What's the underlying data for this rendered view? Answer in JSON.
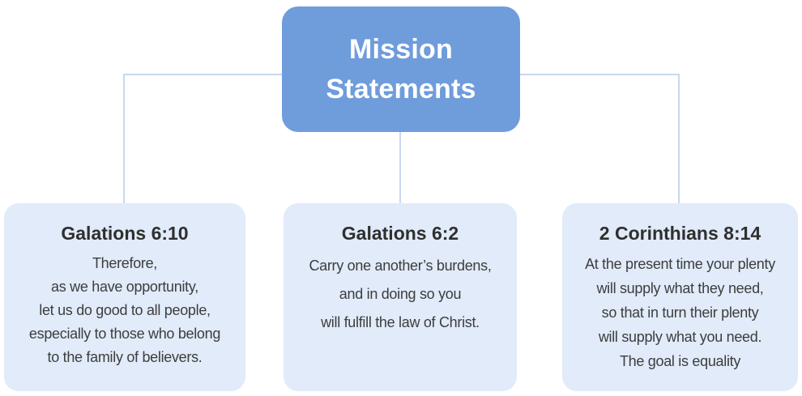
{
  "diagram": {
    "root": {
      "title": "Mission Statements"
    },
    "nodes": [
      {
        "title": "Galations 6:10",
        "body_lines": [
          "Therefore,",
          "as we have opportunity,",
          "let us do good to all people,",
          "especially to those who belong",
          "to the family of believers."
        ]
      },
      {
        "title": "Galations 6:2",
        "body_lines": [
          "Carry one another’s burdens,",
          "and in doing so you",
          "will fulfill the law of Christ."
        ]
      },
      {
        "title": "2 Corinthians 8:14",
        "body_lines": [
          "At the present time your plenty",
          "will supply what they need,",
          "so that in turn their plenty",
          "will supply what you need.",
          "The goal is equality"
        ]
      }
    ]
  },
  "colors": {
    "root-bg": "#6F9CDB",
    "root-text": "#FFFFFF",
    "leaf-bg": "#E1EBFA",
    "leaf-title-text": "#2F2F2F",
    "leaf-body-text": "#3D3D3D",
    "connector": "#C8D8F0",
    "background": "#FFFFFF"
  }
}
